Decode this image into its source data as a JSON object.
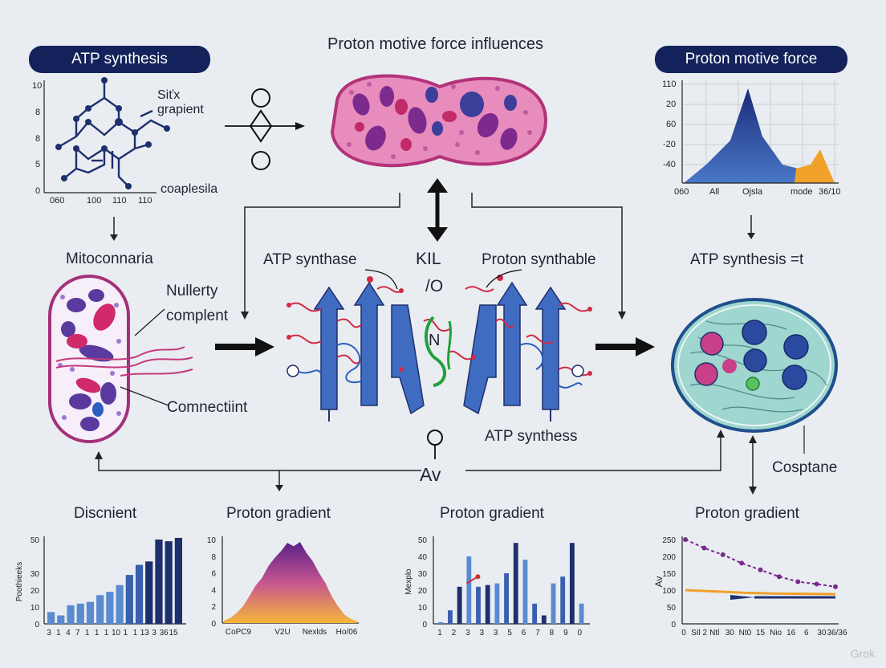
{
  "top": {
    "title": "Proton motive force influences",
    "left_pill": "ATP synthesis",
    "right_pill": "Proton motive force"
  },
  "molecule": {
    "y_ticks": [
      "10",
      "8",
      "8",
      "5",
      "0"
    ],
    "x_ticks": [
      "060",
      "100",
      "110",
      "110"
    ],
    "label_a": "Siťx",
    "label_b": "grapient",
    "label_c": "coaplesila"
  },
  "peak_chart": {
    "y_ticks": [
      "110",
      "20",
      "60",
      "-40",
      "-20"
    ],
    "x_ticks": [
      "060",
      "All",
      "Ojsla",
      "mode",
      "36/10"
    ]
  },
  "middle": {
    "mito_title": "Mitoconnaria",
    "mito_label_a": "Nullerty",
    "mito_label_b": "complent",
    "mito_label_c": "Comnectiint",
    "atp_synthase": "ATP synthase",
    "kil": "KIL",
    "slash_o": "/O",
    "n_letter": "N",
    "proton_synthable": "Proton synthable",
    "atp_synthess": "ATP synthess",
    "atp_synthesis_right": "ATP synthesis =t",
    "av": "Av",
    "cosptane": "Cosptane"
  },
  "bottom": {
    "chart1_title": "Discnient",
    "chart2_title": "Proton gradient",
    "chart3_title": "Proton gradient",
    "chart4_title": "Proton gradient"
  },
  "chart_data": [
    {
      "type": "bar",
      "title": "Discnient",
      "ylabel": "Poothieeks",
      "ylim": [
        0,
        50
      ],
      "y_ticks": [
        "50",
        "30",
        "20",
        "10",
        "0"
      ],
      "categories": [
        "3",
        "1",
        "4",
        "7",
        "1",
        "1",
        "1",
        "10",
        "1",
        "1",
        "13",
        "3",
        "36",
        "15"
      ],
      "values": [
        7,
        5,
        11,
        12,
        13,
        17,
        19,
        23,
        29,
        35,
        37,
        50,
        49,
        51
      ]
    },
    {
      "type": "area",
      "title": "Proton gradient",
      "ylim": [
        0,
        10
      ],
      "y_ticks": [
        "10",
        "8",
        "6",
        "4",
        "2",
        "0"
      ],
      "x_ticks": [
        "CoPC9",
        "V2U",
        "Nexlds",
        "Ho/06"
      ],
      "values": [
        0.3,
        0.6,
        1.2,
        2.0,
        3.2,
        4.5,
        5.4,
        6.8,
        7.8,
        8.6,
        9.6,
        9.2,
        9.7,
        8.4,
        7.4,
        6.0,
        4.8,
        3.2,
        2.0,
        1.0,
        0.5,
        0.2
      ]
    },
    {
      "type": "bar",
      "title": "Proton gradient",
      "ylabel": "Mexplo",
      "ylim": [
        0,
        50
      ],
      "y_ticks": [
        "50",
        "40",
        "30",
        "20",
        "10",
        "0"
      ],
      "categories": [
        "1",
        "2",
        "3",
        "3",
        "3",
        "5",
        "6",
        "7",
        "8",
        "9",
        "0"
      ],
      "values": [
        1,
        8,
        22,
        40,
        22,
        23,
        24,
        30,
        48,
        38,
        12,
        5,
        24,
        28,
        48,
        12
      ],
      "annotation": [
        24,
        28
      ]
    },
    {
      "type": "line",
      "title": "Proton gradient",
      "ylabel": "Av",
      "ylim": [
        0,
        250
      ],
      "y_ticks": [
        "250",
        "200",
        "150",
        "100",
        "50",
        "0"
      ],
      "x_ticks": [
        "0",
        "SIl 2",
        "Ntl",
        "30",
        "Nt0",
        "15",
        "Nio",
        "16",
        "6",
        "30",
        "36/36"
      ],
      "series": [
        {
          "values": [
            250,
            225,
            205,
            180,
            160,
            140,
            125,
            118,
            110
          ]
        },
        {
          "values": [
            100,
            96,
            92,
            90,
            89,
            88
          ]
        }
      ]
    }
  ],
  "watermark": "Grok",
  "colors": {
    "navy": "#13225a",
    "bar_blue": "#4a76c0",
    "dark_blue": "#1e2f6e",
    "cell_pink": "#e77fb5",
    "cell_teal": "#7cc4c4"
  }
}
